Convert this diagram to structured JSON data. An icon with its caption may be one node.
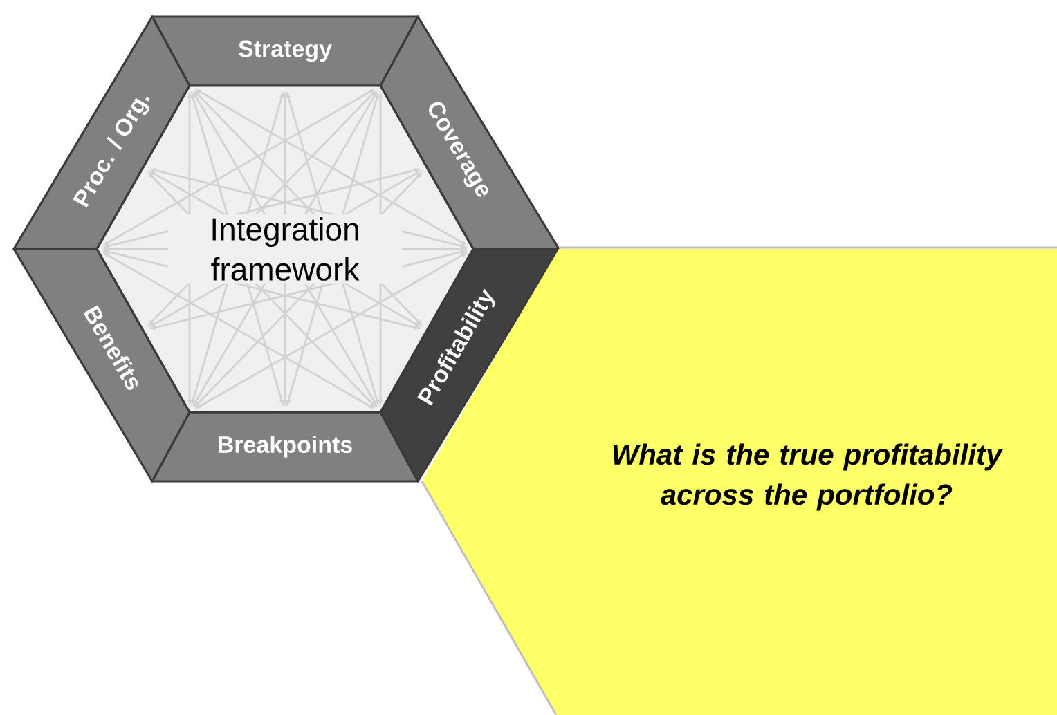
{
  "diagram": {
    "nodes": [
      {
        "text": [
          "Strategy"
        ]
      },
      {
        "text": [
          "Coverage"
        ]
      },
      {
        "text": [
          "Profitability"
        ]
      },
      {
        "text": [
          "Breakpoints"
        ]
      },
      {
        "text": [
          "Benefits"
        ]
      },
      {
        "text": [
          "Proc. / Org."
        ]
      },
      {
        "text": [
          "Integration framework"
        ]
      },
      {
        "text": [
          "What is the true profitability across the portfolio?"
        ]
      }
    ]
  }
}
